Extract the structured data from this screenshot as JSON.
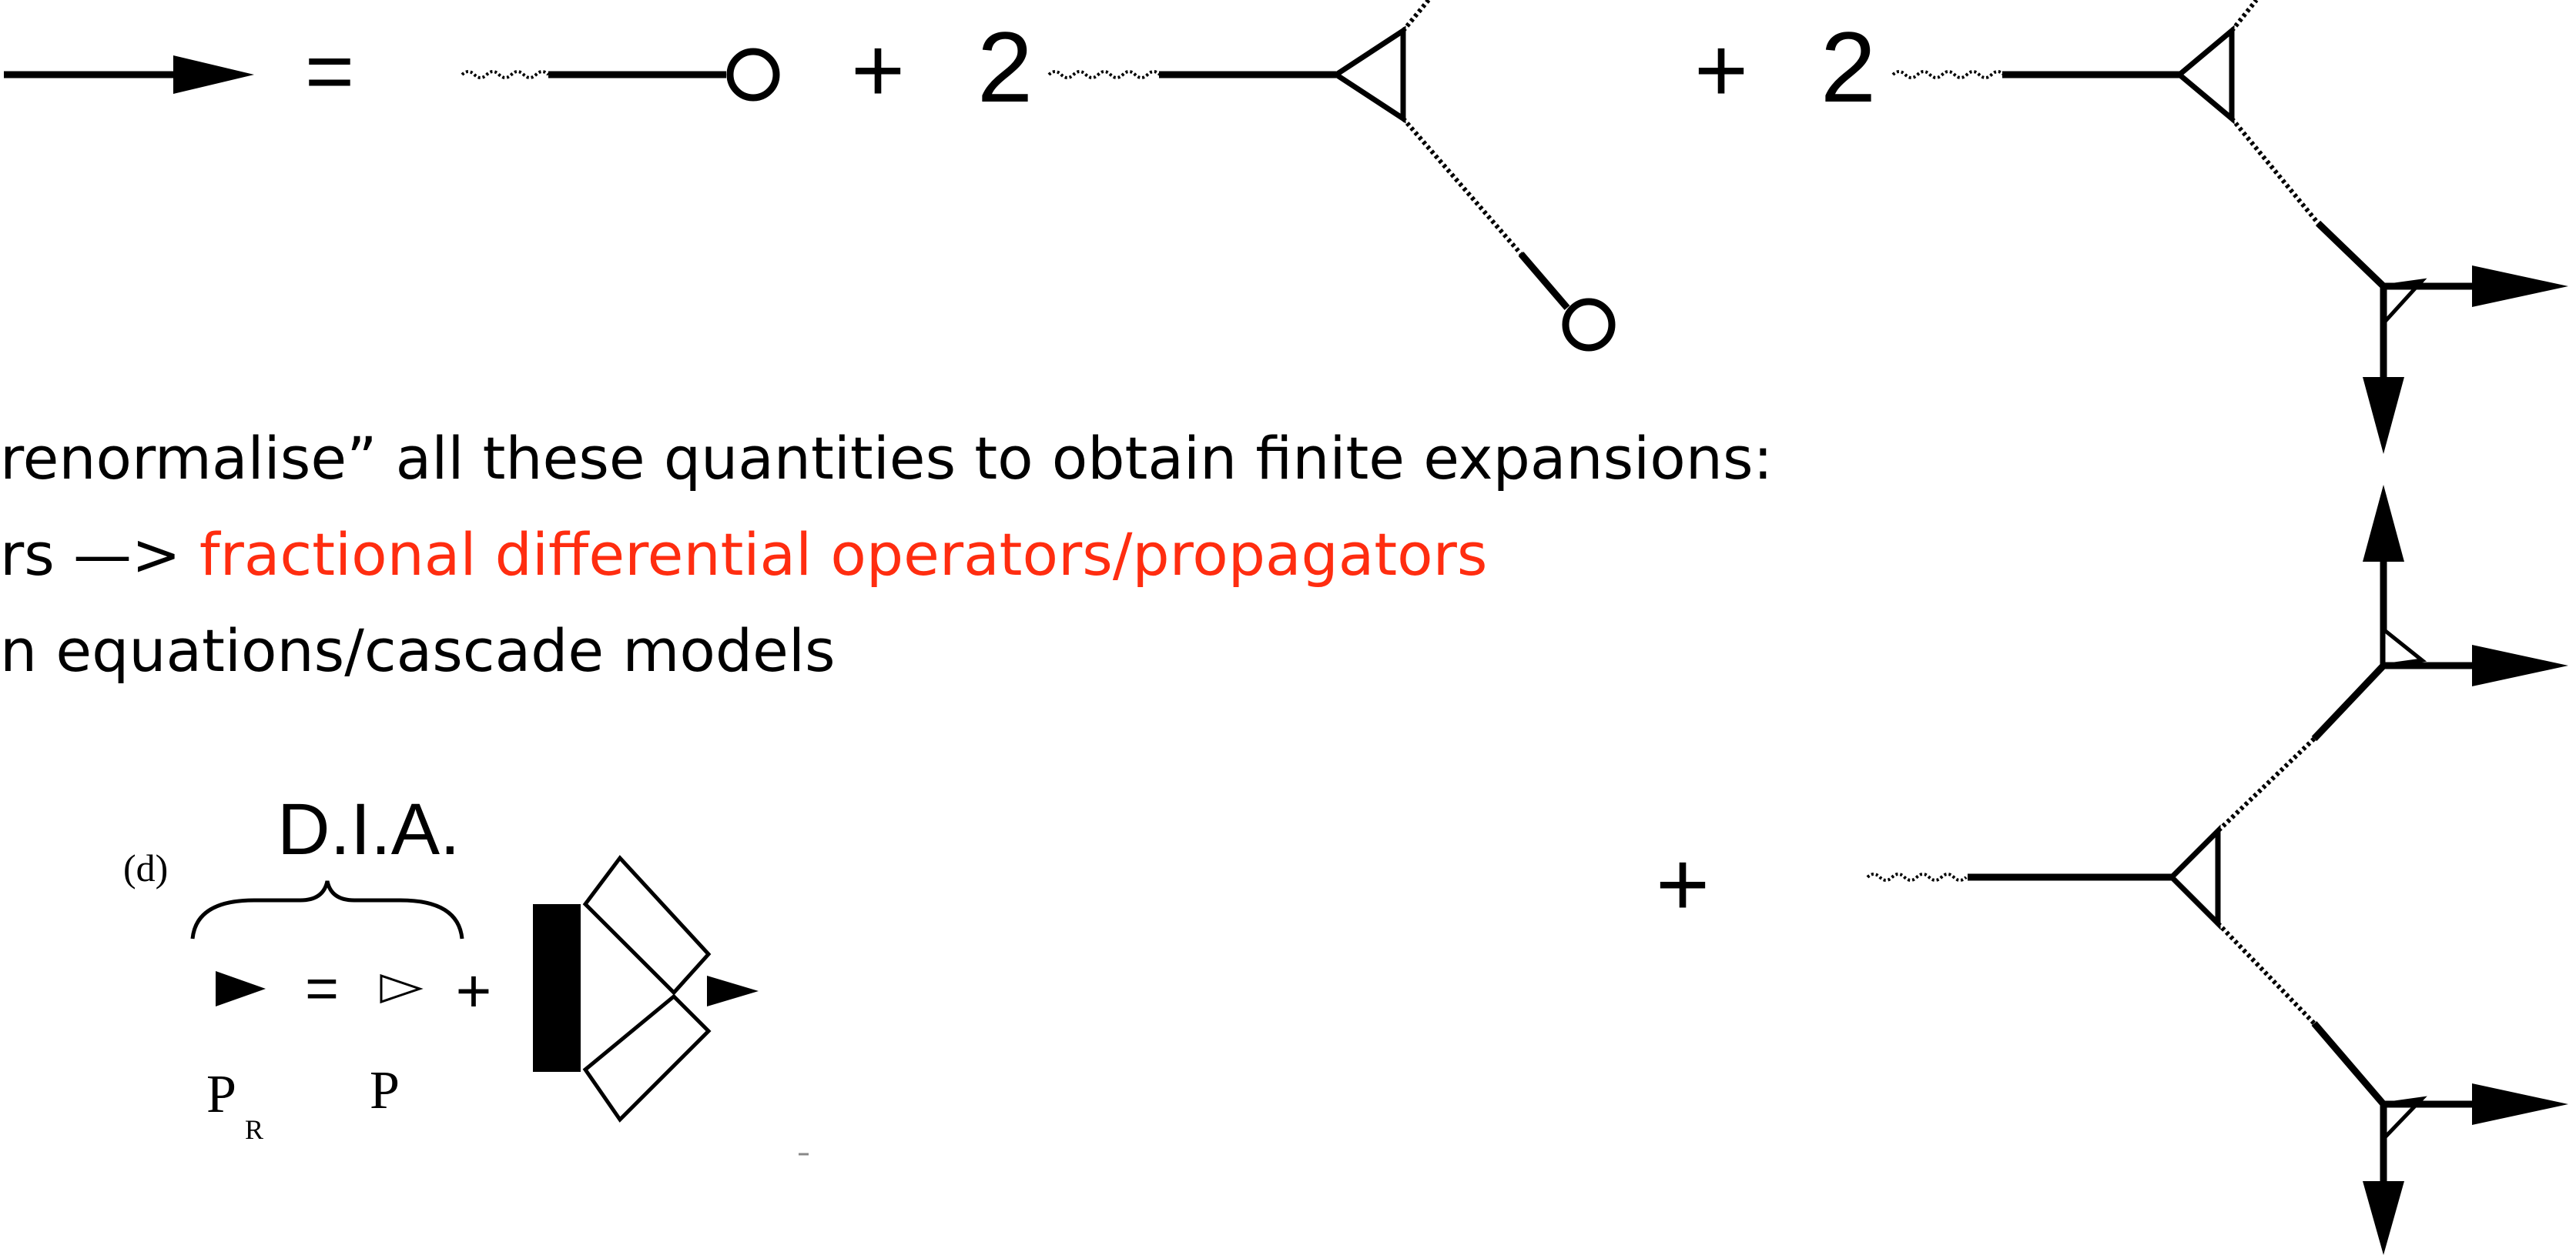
{
  "equation": {
    "eq_sign": "=",
    "plus": "+",
    "coef_2a": "2",
    "coef_2b": "2"
  },
  "text": {
    "line1": "renormalise” all these quantities to obtain finite expansions:",
    "line2_prefix": "rs —> ",
    "line2_highlight": "fractional differential operators/propagators",
    "line3": "n equations/cascade models"
  },
  "dia": {
    "label_d": "(d)",
    "title": "D.I.A.",
    "eq_sign": "=",
    "plus": "+",
    "label_PR_main": "P",
    "label_PR_sub": "R",
    "label_P": "P"
  },
  "lower_diagram": {
    "plus": "+"
  },
  "colors": {
    "highlight": "#ff2d10",
    "ink": "#000000"
  }
}
